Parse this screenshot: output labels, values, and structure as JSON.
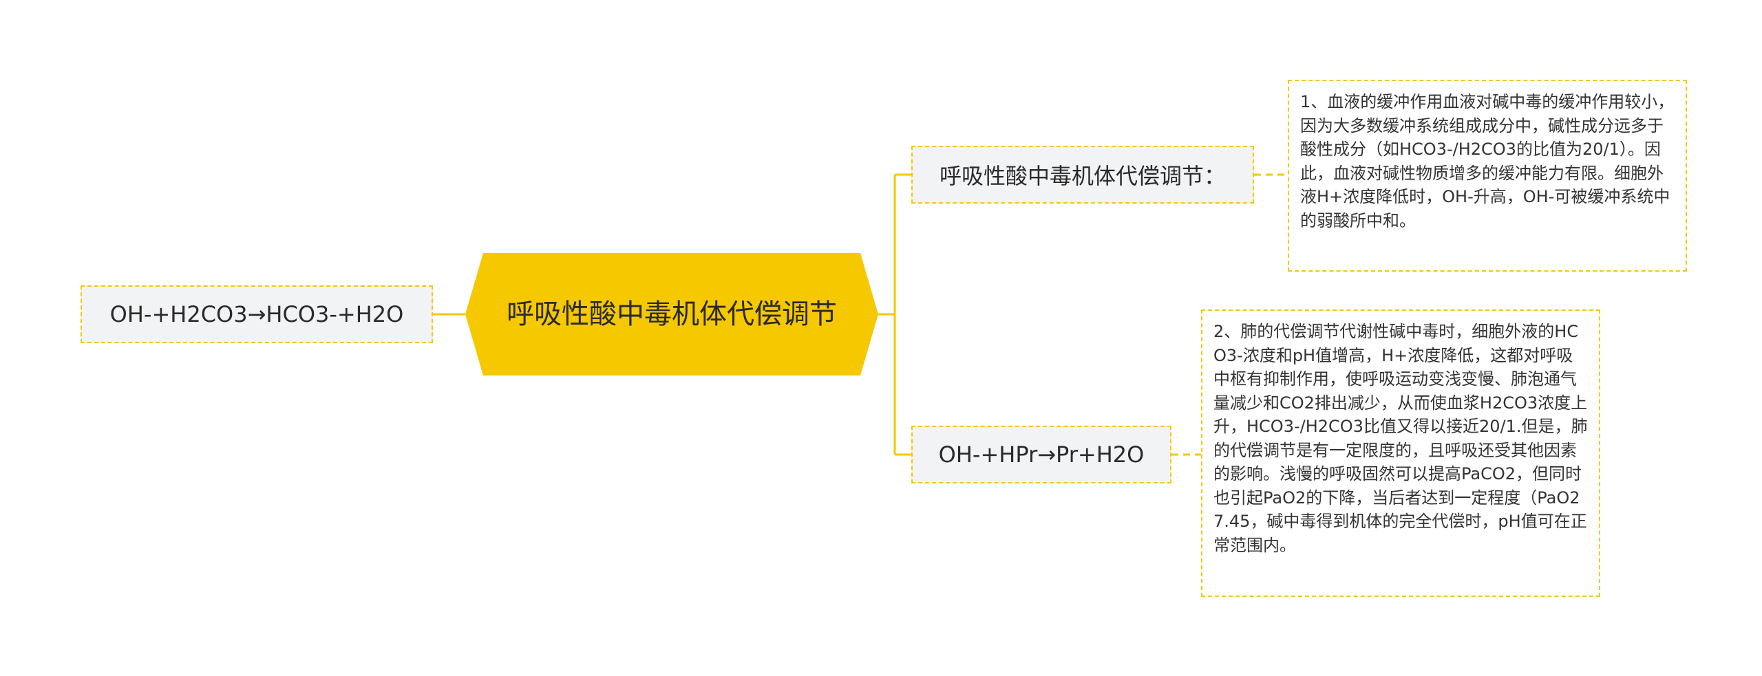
{
  "mindmap": {
    "root": {
      "label": "呼吸性酸中毒机体代偿调节"
    },
    "left_topic": {
      "label": "OH-+H2CO3→HCO3-+H2O"
    },
    "right_topics": [
      {
        "label": "呼吸性酸中毒机体代偿调节：",
        "note": "1、血液的缓冲作用血液对碱中毒的缓冲作用较小，因为大多数缓冲系统组成成分中，碱性成分远多于酸性成分（如HCO3-/H2CO3的比值为20/1）。因此，血液对碱性物质增多的缓冲能力有限。细胞外液H+浓度降低时，OH-升高，OH-可被缓冲系统中的弱酸所中和。"
      },
      {
        "label": "OH-+HPr→Pr+H2O",
        "note": "2、肺的代偿调节代谢性碱中毒时，细胞外液的HCO3-浓度和pH值增高，H+浓度降低，这都对呼吸中枢有抑制作用，使呼吸运动变浅变慢、肺泡通气量减少和CO2排出减少，从而使血浆H2CO3浓度上升，HCO3-/H2CO3比值又得以接近20/1.但是，肺的代偿调节是有一定限度的，且呼吸还受其他因素的影响。浅慢的呼吸固然可以提高PaCO2，但同时也引起PaO2的下降，当后者达到一定程度（PaO27.45，碱中毒得到机体的完全代偿时，pH值可在正常范围内。"
      }
    ]
  },
  "colors": {
    "accent": "#f5c800",
    "topic_bg": "#f2f3f5",
    "text": "#333333"
  }
}
